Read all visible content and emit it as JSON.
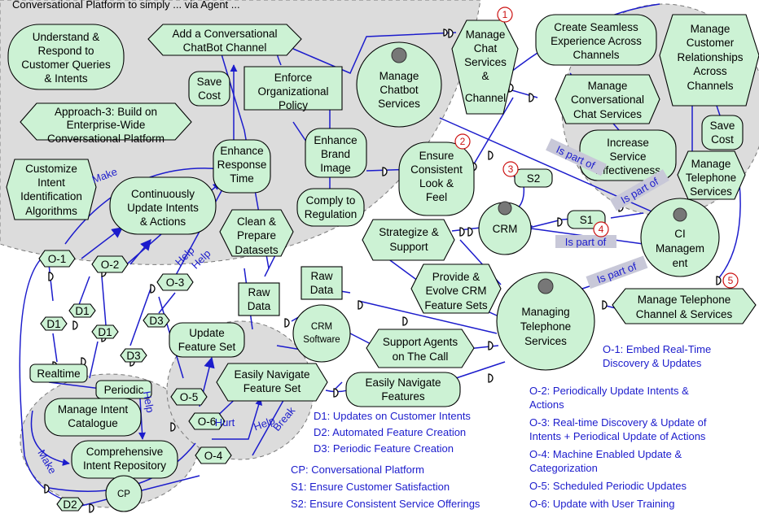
{
  "header_text": "Conversational Platform to simply ... via Agent ...",
  "actors": {
    "chatbot": "Manage Chatbot Services",
    "crm": "CRM",
    "ci": "CI Management",
    "telephone": "Managing Telephone Services"
  },
  "goals": {
    "understand": "Understand & Respond to Customer Queries & Intents",
    "add_chatbot": "Add a Conversational ChatBot Channel",
    "save_cost_left": "Save Cost",
    "enforce_policy": "Enforce Organizational Policy",
    "approach3": "Approach-3: Build on Enterprise-Wide Conversational Platform",
    "customize": "Customize Intent Identification Algorithms",
    "continuously": "Continuously Update Intents & Actions",
    "enhance_response": "Enhance Response Time",
    "enhance_brand": "Enhance Brand Image",
    "comply": "Comply to Regulation",
    "ensure_look": "Ensure Consistent Look & Feel",
    "manage_chat_channel": "Manage Chat Services & Channel",
    "create_seamless": "Create Seamless Experience Across Channels",
    "manage_customer_rel": "Manage Customer Relationships Across Channels",
    "manage_conv_chat": "Manage Conversational Chat Services",
    "save_cost_right": "Save Cost",
    "increase_service": "Increase Service Effectiveness",
    "manage_telephone": "Manage Telephone Services",
    "clean_prepare": "Clean & Prepare Datasets",
    "strategize": "Strategize & Support",
    "raw_data_1": "Raw Data",
    "raw_data_2": "Raw Data",
    "crm_software": "CRM Software",
    "provide_evolve": "Provide & Evolve CRM Feature Sets",
    "manage_tel_channel": "Manage Telephone Channel & Services",
    "update_feature": "Update Feature Set",
    "easily_nav_set": "Easily Navigate Feature Set",
    "support_agents": "Support Agents on The Call",
    "easily_nav_features": "Easily Navigate Features",
    "realtime": "Realtime",
    "periodic": "Periodic",
    "manage_intent_cat": "Manage Intent Catalogue",
    "comprehensive": "Comprehensive Intent Repository",
    "cp": "CP",
    "s1": "S1",
    "s2": "S2"
  },
  "options": [
    "O-1",
    "O-2",
    "O-3",
    "O-4",
    "O-5",
    "O-6"
  ],
  "data_nodes": [
    "D1",
    "D1",
    "D1",
    "D2",
    "D3",
    "D3"
  ],
  "link_labels": {
    "make": "Make",
    "help": "Help",
    "hurt": "Hurt",
    "break": "Break",
    "is_part_of": "Is part of"
  },
  "numbers": [
    "1",
    "2",
    "3",
    "4",
    "5"
  ],
  "legend_right": [
    "O-1: Embed Real-Time",
    "Discovery & Updates",
    "O-2: Periodically Update Intents &",
    "Actions",
    "O-3: Real-time Discovery & Update of",
    "Intents + Periodical Update of Actions",
    "O-4: Machine Enabled Update &",
    "Categorization",
    "O-5: Scheduled Periodic Updates",
    "O-6: Update with User Training"
  ],
  "legend_mid": [
    "D1: Updates on Customer Intents",
    "D2: Automated Feature Creation",
    "D3: Periodic Feature Creation"
  ],
  "legend_bottom": [
    "CP: Conversational Platform",
    "S1: Ensure Customer Satisfaction",
    "S2: Ensure Consistent Service Offerings"
  ],
  "colors": {
    "node_fill": "#ccf2d4",
    "link": "#1c1ccc",
    "boundary": "#dcdcdc",
    "number": "#cc1111"
  }
}
